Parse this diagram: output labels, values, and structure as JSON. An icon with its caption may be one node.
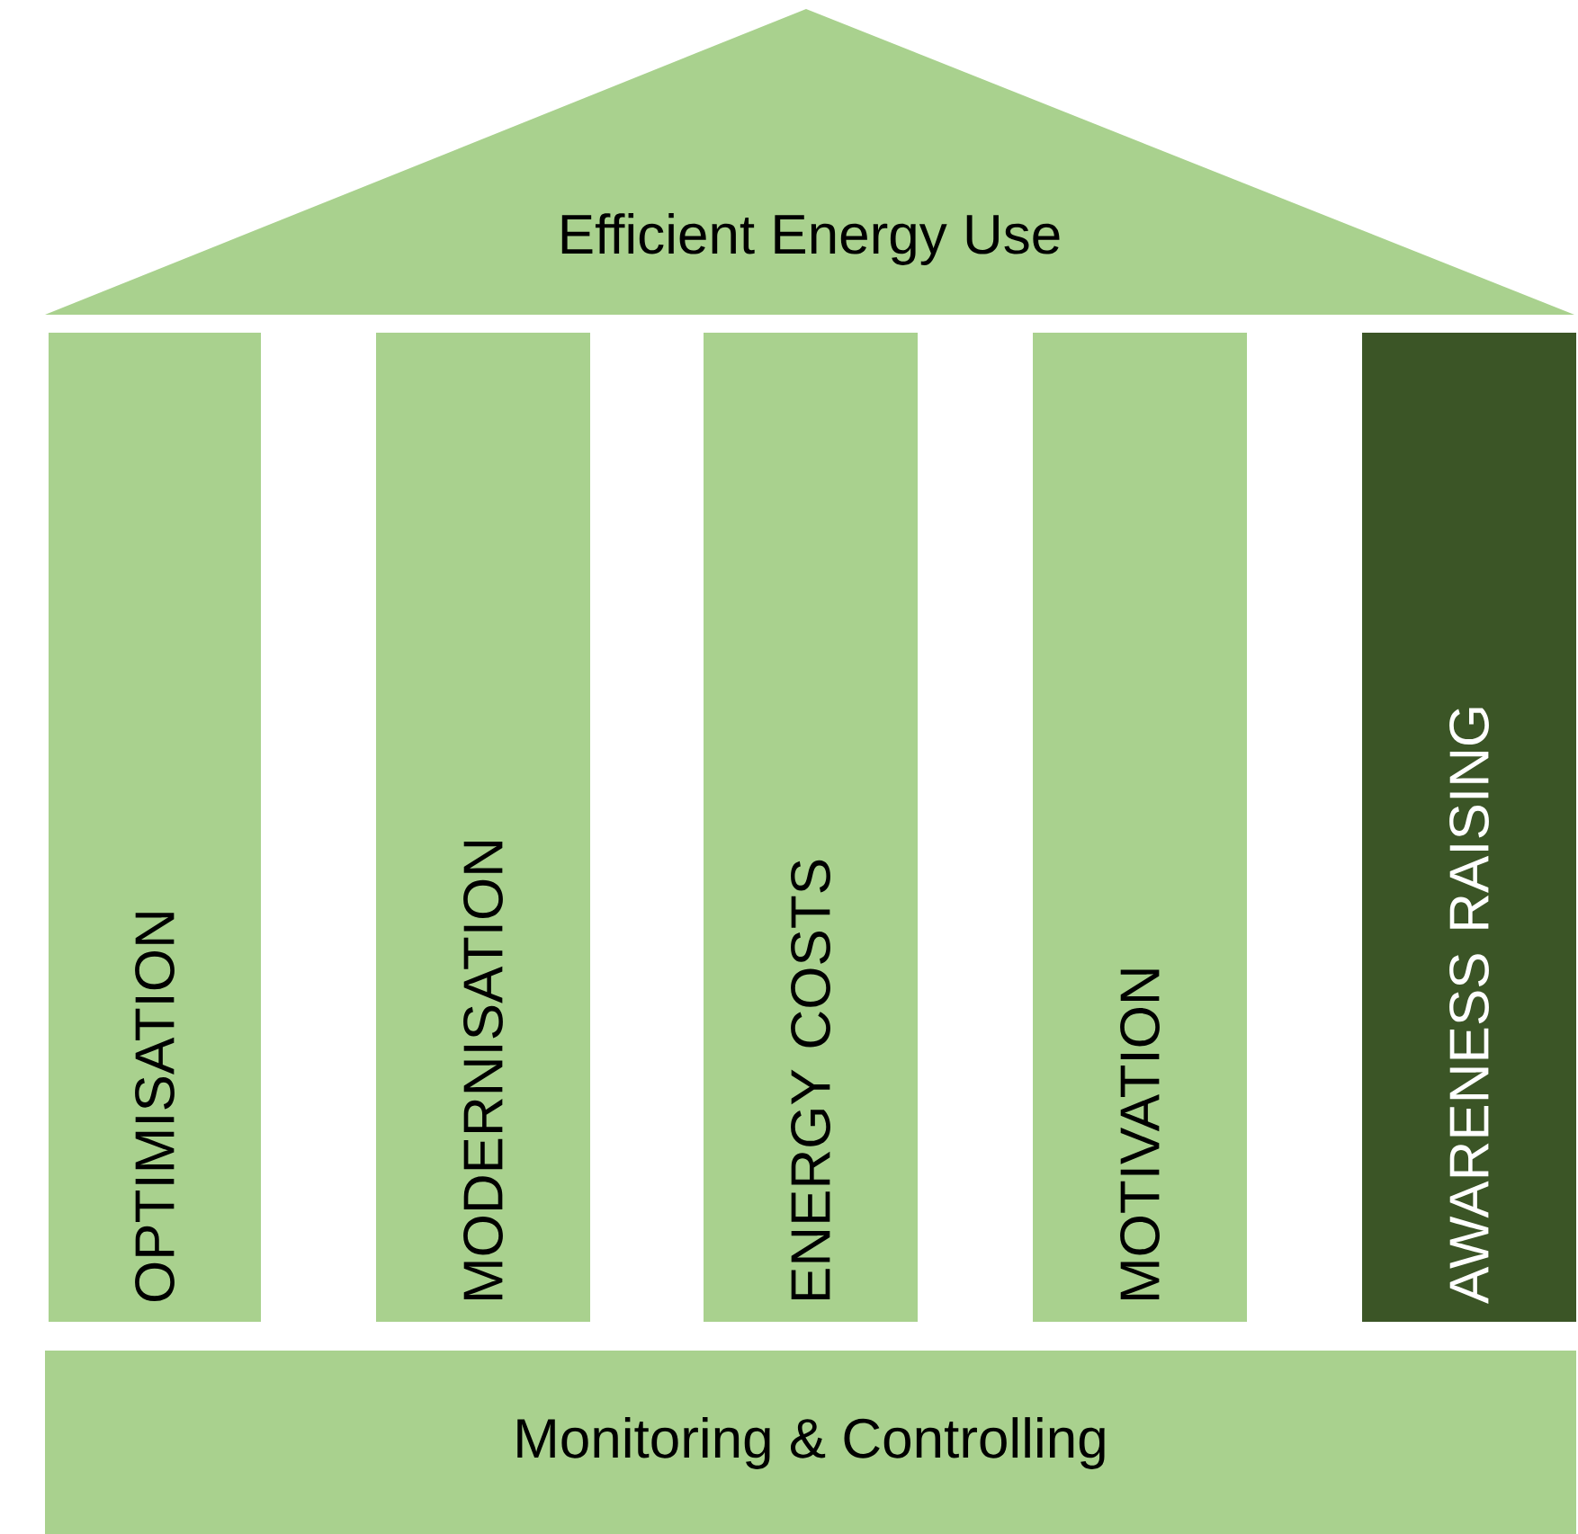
{
  "diagram": {
    "nodes": [
      {
        "text": [
          "Efficient Energy Use"
        ]
      },
      {
        "text": [
          "OPTIMISATION"
        ]
      },
      {
        "text": [
          "MODERNISATION"
        ]
      },
      {
        "text": [
          "ENERGY COSTS"
        ]
      },
      {
        "text": [
          "MOTIVATION"
        ]
      },
      {
        "text": [
          "AWARENESS RAISING"
        ]
      },
      {
        "text": [
          "Monitoring & Controlling"
        ]
      }
    ]
  }
}
